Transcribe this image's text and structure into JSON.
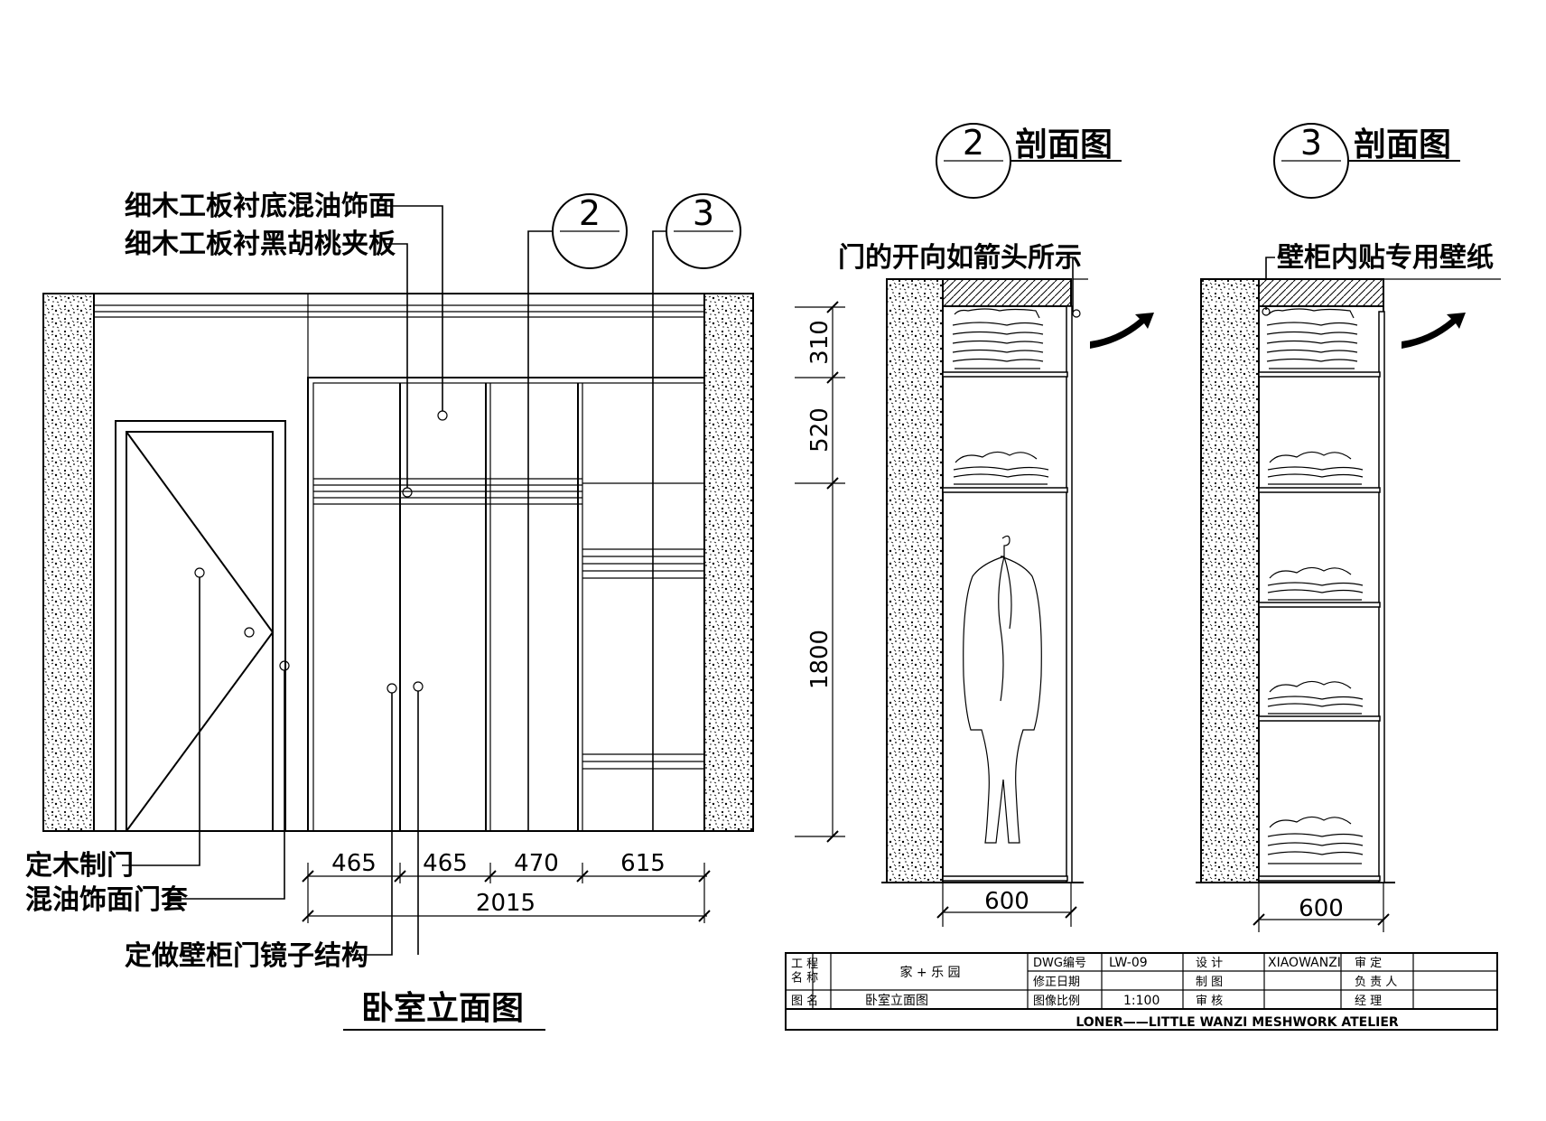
{
  "elevation": {
    "title": "卧室立面图",
    "bubbles": [
      "2",
      "3"
    ],
    "labels": {
      "finish_oil": "细木工板衬底混油饰面",
      "walnut_veneer": "细木工板衬黑胡桃夹板",
      "custom_door": "定木制门",
      "door_casing": "混油饰面门套",
      "mirror_door": "定做壁柜门镜子结构"
    },
    "dims": {
      "segments": [
        "465",
        "465",
        "470",
        "615"
      ],
      "total": "2015"
    }
  },
  "section2": {
    "bubble": "2",
    "title": "剖面图",
    "note": "门的开向如箭头所示",
    "dims": {
      "top": "310",
      "mid": "520",
      "low": "1800",
      "width": "600"
    }
  },
  "section3": {
    "bubble": "3",
    "title": "剖面图",
    "note": "壁柜内贴专用壁纸",
    "dims": {
      "width": "600"
    }
  },
  "title_block": {
    "project_label": "工 程\n名 称",
    "project_value": "家 + 乐 园",
    "drawing_name_label": "图 名",
    "drawing_name_value": "卧室立面图",
    "dwg_no_label": "DWG编号",
    "dwg_no_value": "LW-09",
    "revision_date_label": "修正日期",
    "scale_label": "图像比例",
    "scale_value": "1:100",
    "design_label": "设    计",
    "design_value": "XIAOWANZI",
    "drafting_label": "制    图",
    "review_label": "审    核",
    "approve_label": "审    定",
    "responsible_label": "负 责 人",
    "manager_label": "经    理",
    "studio": "LONER——LITTLE  WANZI  MESHWORK ATELIER"
  }
}
